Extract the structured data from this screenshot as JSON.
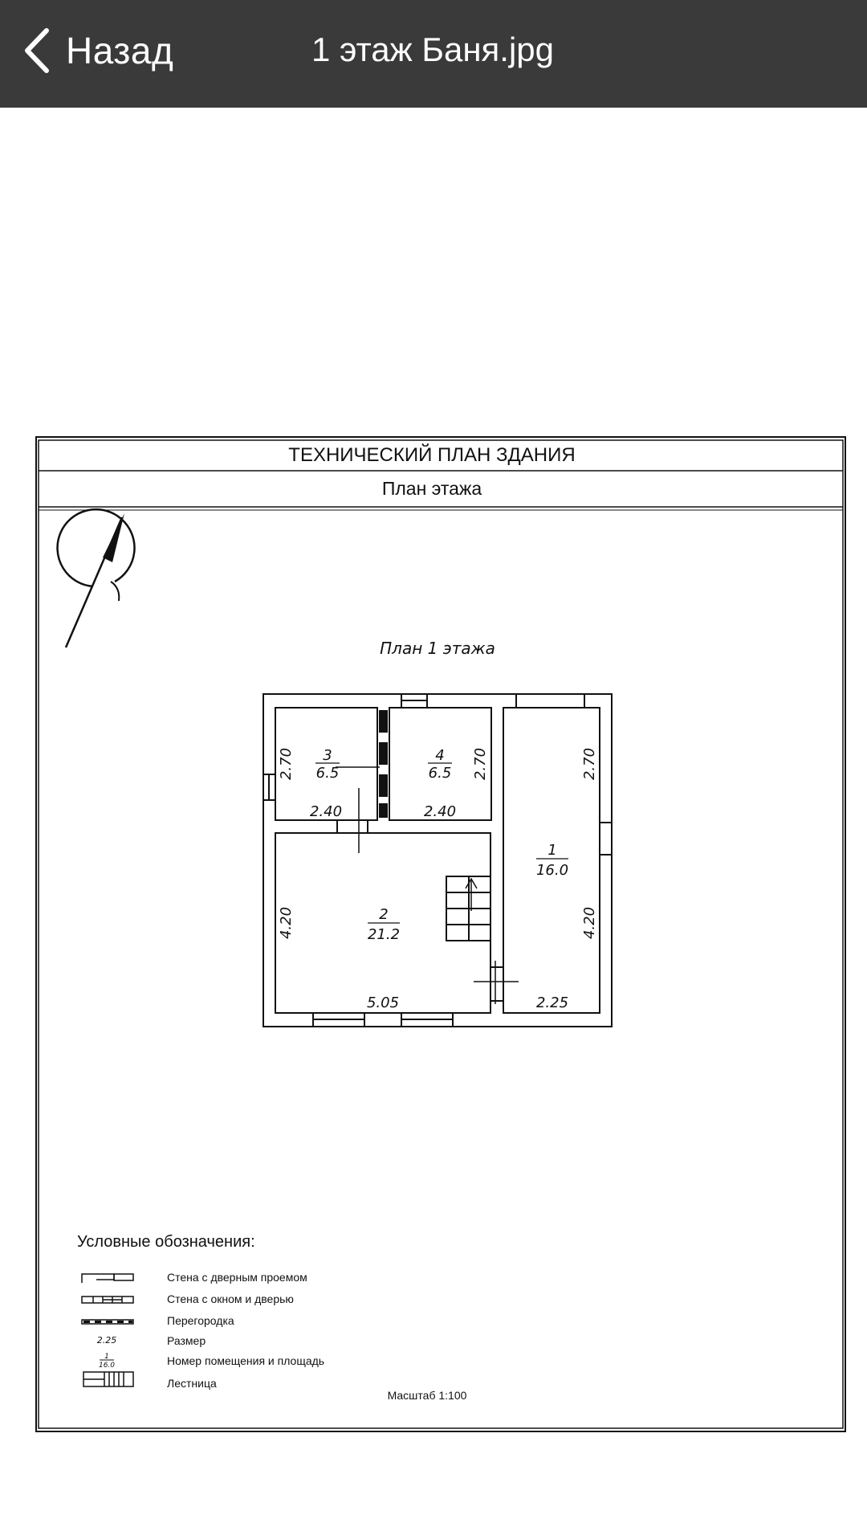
{
  "topbar": {
    "back_label": "Назад",
    "title": "1 этаж Баня.jpg",
    "back_icon": "chevron-left-icon"
  },
  "drawing": {
    "header_title": "ТЕХНИЧЕСКИЙ ПЛАН ЗДАНИЯ",
    "header_subtitle": "План этажа",
    "compass_icon": "north-arrow-icon",
    "plan_title": "План 1 этажа",
    "rooms": [
      {
        "number": "3",
        "area": "6.5"
      },
      {
        "number": "4",
        "area": "6.5"
      },
      {
        "number": "1",
        "area": "16.0"
      },
      {
        "number": "2",
        "area": "21.2"
      }
    ],
    "dimensions": {
      "room3_height": "2.70",
      "room3_width": "2.40",
      "room4_height": "2.70",
      "room4_width": "2.40",
      "room1_top_height": "2.70",
      "room1_bottom_height": "4.20",
      "room1_width": "2.25",
      "room2_height": "4.20",
      "room2_width": "5.05"
    },
    "legend": {
      "title": "Условные обозначения:",
      "items": [
        "Стена с дверным проемом",
        "Стена с окном и дверью",
        "Перегородка",
        "Размер",
        "Номер помещения и площадь",
        "Лестница"
      ],
      "sample_dimension": "2.25",
      "sample_room_number": "1",
      "sample_room_area": "16.0"
    },
    "scale": "Масштаб 1:100"
  }
}
